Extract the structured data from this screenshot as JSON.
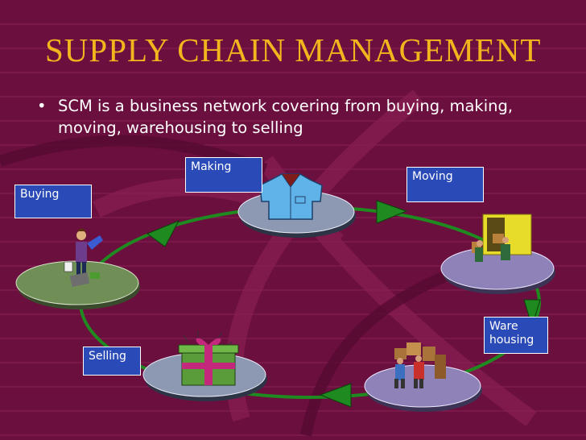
{
  "slide": {
    "title": "SUPPLY CHAIN MANAGEMENT",
    "bullet_symbol": "•",
    "bullet_text": "SCM is a business network covering from buying, making, moving, warehousing to selling"
  },
  "labels": {
    "buying": "Buying",
    "making": "Making",
    "moving": "Moving",
    "warehousing": "Ware housing",
    "selling": "Selling"
  },
  "colors": {
    "background": "#6b0f3e",
    "title": "#f2b51e",
    "label_fill": "#2a4ab8",
    "cycle_line": "#1f8a1f",
    "arrow": "#1f8a1f",
    "platform_green": "#6f8f57",
    "platform_blue": "#8d98b3",
    "platform_purple": "#8e82b8"
  },
  "icons": [
    "shopper-icon",
    "shirt-icon",
    "delivery-truck-icon",
    "warehouse-workers-icon",
    "gift-box-icon"
  ]
}
